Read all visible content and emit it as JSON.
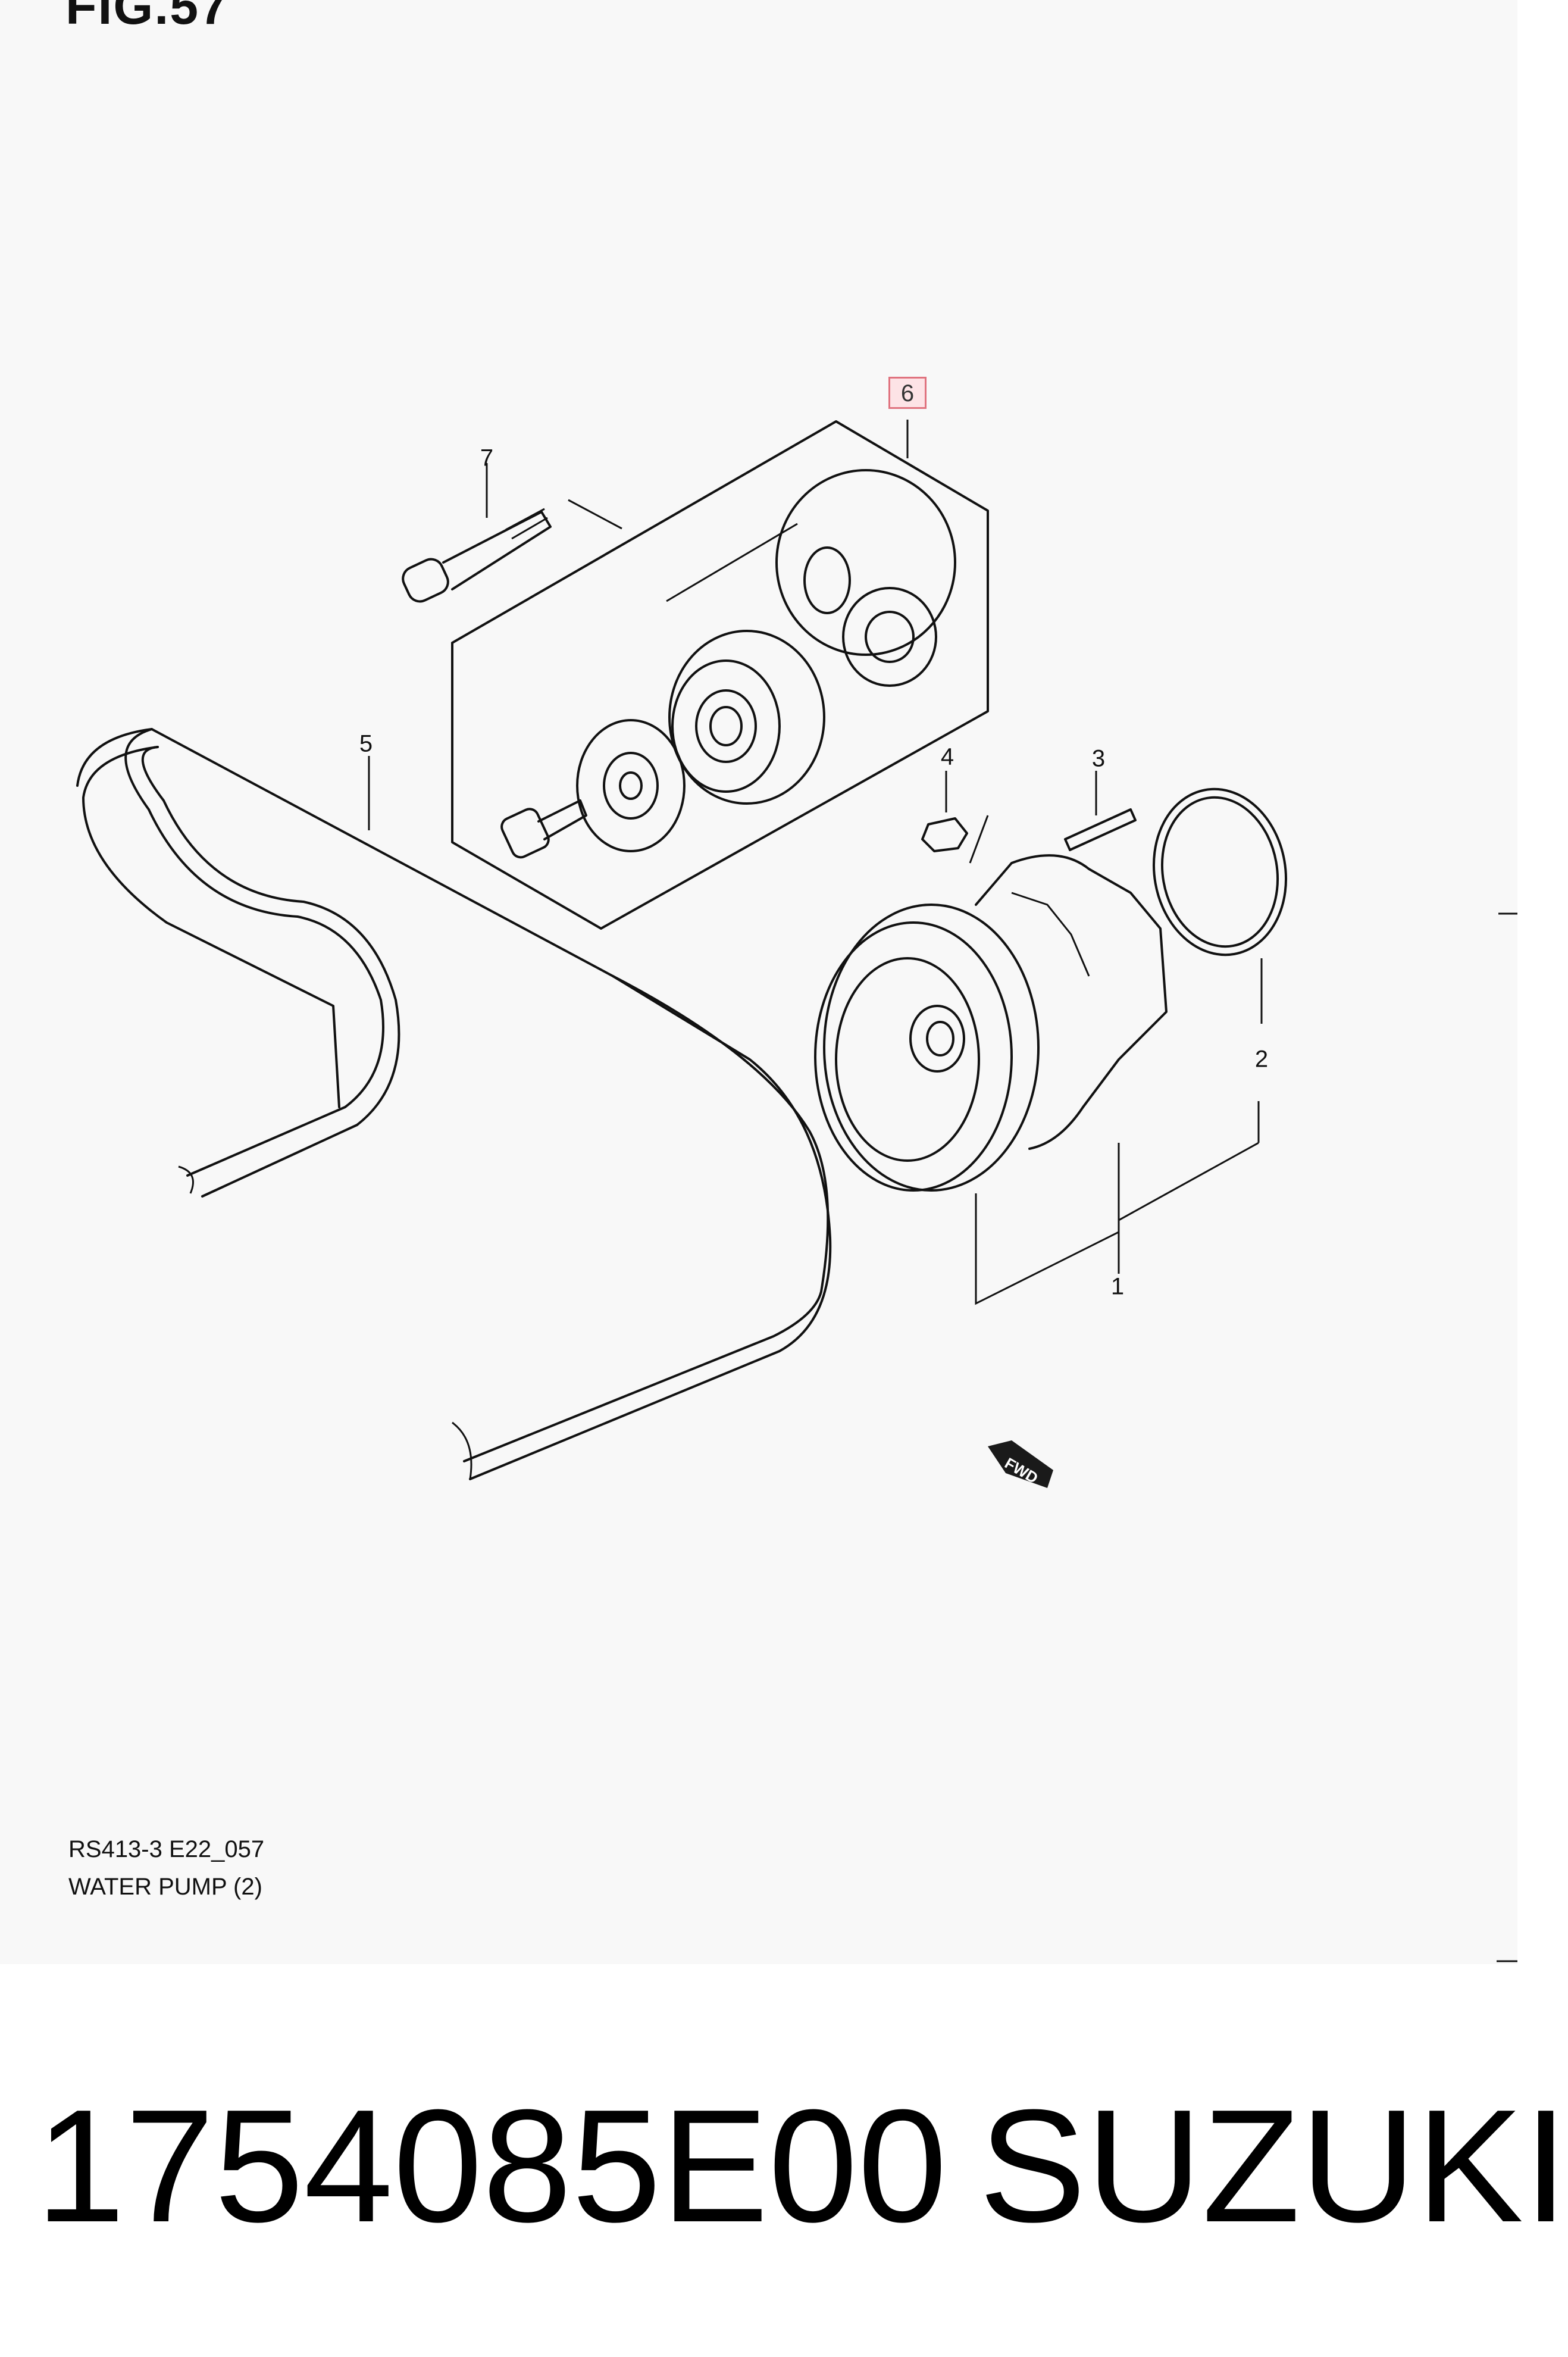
{
  "figure": {
    "header": "FIG.57",
    "caption_code": "RS413-3 E22_057",
    "caption_title": "WATER PUMP (2)",
    "fwd_label": "FWD"
  },
  "callouts": [
    {
      "id": "1",
      "label": "1"
    },
    {
      "id": "2",
      "label": "2"
    },
    {
      "id": "3",
      "label": "3"
    },
    {
      "id": "4",
      "label": "4"
    },
    {
      "id": "5",
      "label": "5"
    },
    {
      "id": "6",
      "label": "6",
      "highlighted": true
    },
    {
      "id": "7",
      "label": "7"
    }
  ],
  "footer": {
    "part_number": "1754085E00",
    "brand": "SUZUKI"
  },
  "colors": {
    "panel_background": "#f8f8f8",
    "highlight_fill": "#fde3e6",
    "highlight_border": "#e0737f",
    "line": "#111111"
  }
}
